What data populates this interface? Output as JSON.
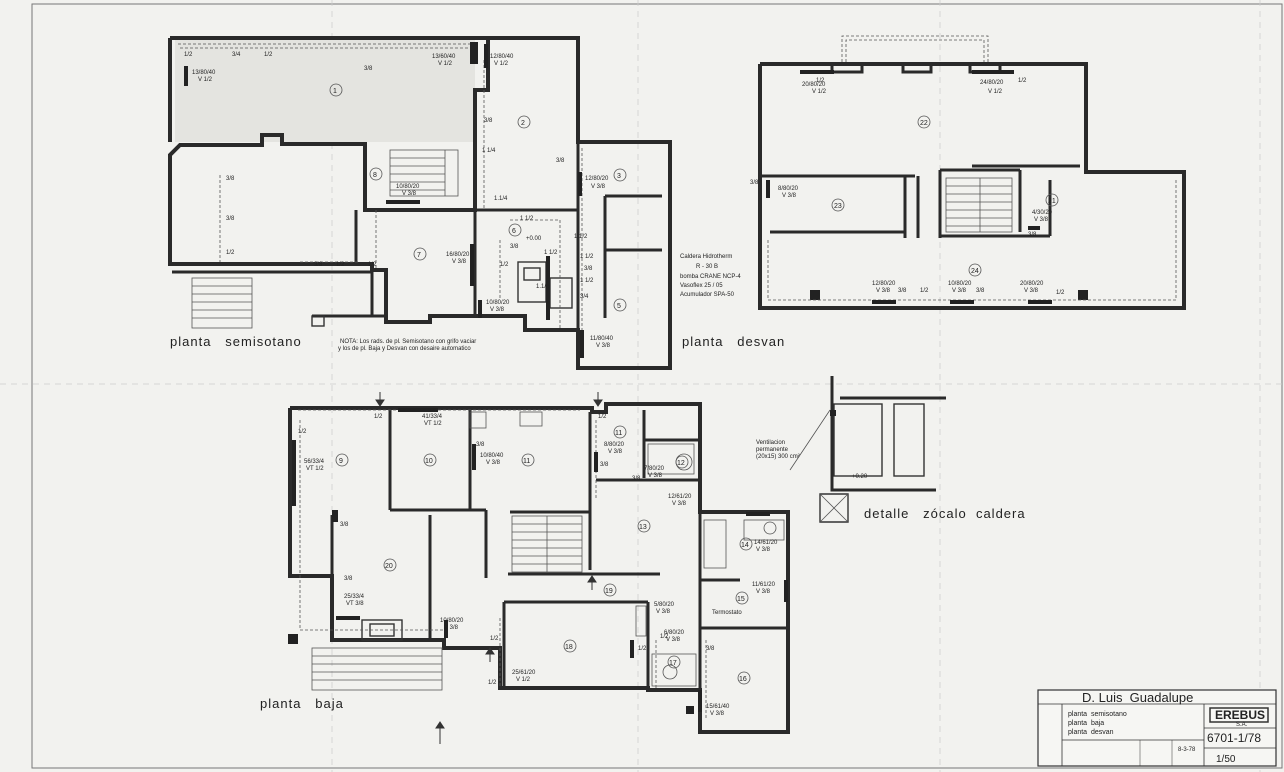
{
  "plans": {
    "semisotano": {
      "title": "planta   semisotano",
      "note": [
        "NOTA: Los rads. de pl. Semisotano con grifo vaciar",
        "y los de pl. Baja y Desvan con desaire automatico"
      ],
      "rooms": [
        "1",
        "2",
        "3",
        "5",
        "6",
        "7",
        "8"
      ],
      "radiators": [
        "13/80/40",
        "V 1/2",
        "13/60/40",
        "V 1/2",
        "12/80/40",
        "V 1/2",
        "12/80/20",
        "V 3/8",
        "10/80/20",
        "V 3/8",
        "16/80/20",
        "V 3/8",
        "10/80/20",
        "V 3/8",
        "11/80/40",
        "V 3/8"
      ],
      "pipe_sizes": [
        "1/2",
        "3/4",
        "1/2",
        "3/8",
        "1 1/4",
        "3/8",
        "1.1/4",
        "3/8",
        "1/2",
        "3/8",
        "1/2",
        "3/8",
        "1 1/2",
        "1 1/2",
        "3/8",
        "1 1/2",
        "1 1/2",
        "1 1/2",
        "1/2",
        "3/8",
        "3/4",
        "1/2",
        "3/8",
        "1.1/4"
      ],
      "misc": [
        "+0.00",
        "Acumulador",
        "Caldera"
      ]
    },
    "desvan": {
      "title": "planta   desvan",
      "rooms": [
        "21",
        "22",
        "23",
        "24"
      ],
      "radiators": [
        "20/80/20",
        "V 1/2",
        "24/80/20",
        "V 1/2",
        "8/80/20",
        "V 3/8",
        "4/30/20",
        "V 3/8",
        "12/80/20",
        "V 3/8",
        "10/80/20",
        "V 3/8",
        "20/80/20",
        "V 3/8"
      ],
      "pipe_sizes": [
        "1/2",
        "1/2",
        "3/8",
        "1/2",
        "1/2",
        "3/8",
        "3/8",
        "3/8"
      ]
    },
    "baja": {
      "title": "planta   baja",
      "rooms": [
        "9",
        "10",
        "11",
        "11",
        "12",
        "13",
        "14",
        "15",
        "16",
        "17",
        "18",
        "19",
        "20"
      ],
      "radiators": [
        "56/33/4",
        "VT 1/2",
        "41/33/4",
        "VT 1/2",
        "10/80/40",
        "V 3/8",
        "8/80/20",
        "V 3/8",
        "7/80/20",
        "V 3/8",
        "12/61/20",
        "V 3/8",
        "14/61/20",
        "V 3/8",
        "11/61/20",
        "V 3/8",
        "25/33/4",
        "VT 3/8",
        "10/80/20",
        "V 3/8",
        "25/61/20",
        "V 1/2",
        "5/80/20",
        "V 3/8",
        "6/80/20",
        "V 3/8",
        "15/61/40",
        "V 3/8"
      ],
      "pipe_sizes": [
        "1/2",
        "1/2",
        "1/2",
        "1/2",
        "3/8",
        "3/8",
        "3/8",
        "3/8",
        "1/2",
        "3/8",
        "1/2",
        "3/8",
        "1/2"
      ],
      "misc": [
        "Termostato"
      ]
    }
  },
  "boiler_spec": [
    "Caldera  Hidrotherm",
    "R - 30 B",
    "bomba  CRANE  NCP-4",
    "Vasoflex  25 / 05",
    "Acumulador  SPA-50"
  ],
  "detail": {
    "title": "detalle   zócalo  caldera",
    "ventilation_note": [
      "Ventilacion",
      "permanente",
      "(20x15) 300 cm²"
    ],
    "level": "+0.20"
  },
  "title_block": {
    "client": "D. Luis  Guadalupe",
    "sheets": [
      "planta  semisotano",
      "planta  baja",
      "planta  desvan"
    ],
    "company": "EREBUS",
    "company_sub": "S.A.",
    "drawing_number": "6701-1/78",
    "scale": "1/50",
    "date": "8-3-78"
  }
}
